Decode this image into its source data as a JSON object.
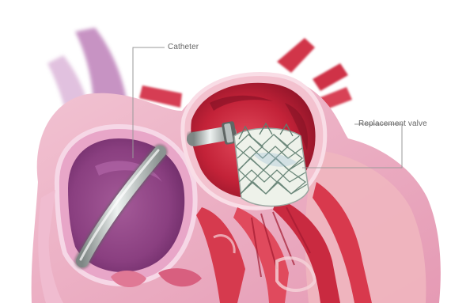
{
  "illustration": {
    "subject": "transcatheter-aortic-valve-replacement",
    "palette": {
      "background": "#ffffff",
      "tissue_outer": "#e7a3bd",
      "chamber_wall": "#d67fa4",
      "chamber_interior": "#9b4e8f",
      "aorta_red": "#c8283d",
      "aorta_dark": "#8d1426",
      "muscle_red": "#d93a4d",
      "catheter_metal": "#c7cdcc",
      "valve_stent": "#e9efe4",
      "callout_line": "#9a9a9a"
    }
  },
  "callouts": {
    "catheter": "Catheter",
    "replacement_valve": "Replacement valve"
  }
}
